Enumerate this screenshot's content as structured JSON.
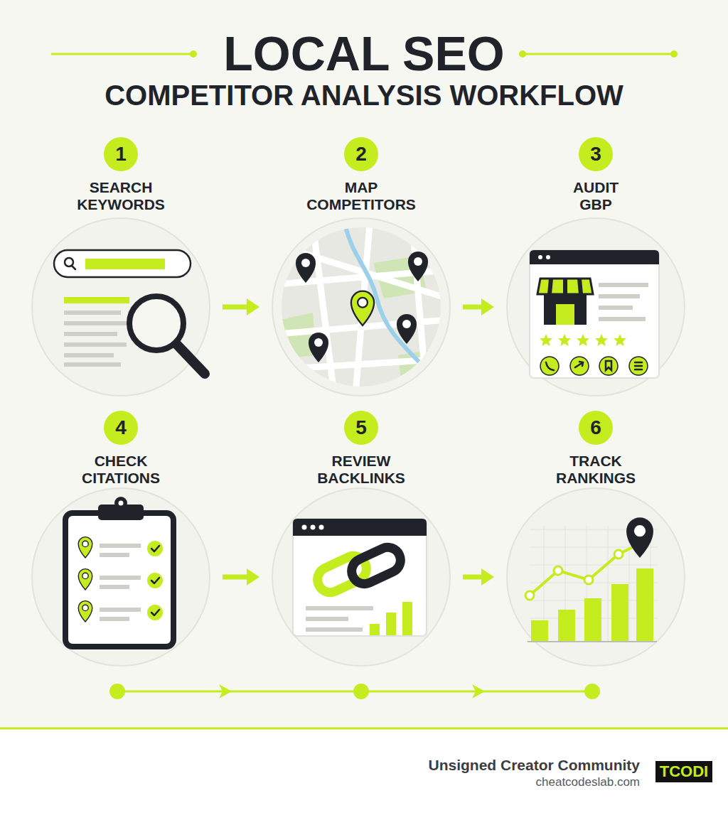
{
  "diagram": {
    "title": "LOCAL SEO",
    "nodes": [
      {
        "text": [
          "1",
          "SEARCH KEYWORDS"
        ]
      },
      {
        "text": [
          "2",
          "MAP COMPETITORS"
        ]
      },
      {
        "text": [
          "3",
          "AUDIT GBP"
        ]
      },
      {
        "text": [
          "4",
          "CHECK CITATIONS"
        ]
      },
      {
        "text": [
          "5",
          "REVIEW BACKLINKS"
        ]
      },
      {
        "text": [
          "6",
          "TRACK RANKINGS"
        ]
      }
    ],
    "edges": [
      {
        "from": 0,
        "to": 1,
        "arrow": "to"
      },
      {
        "from": 1,
        "to": 2,
        "arrow": "to"
      },
      {
        "from": 3,
        "to": 4,
        "arrow": "to"
      },
      {
        "from": 4,
        "to": 5,
        "arrow": "to"
      }
    ],
    "labels": [
      "COMPETITOR ANALYSIS WORKFLOW",
      "Unsigned Creator Community",
      "cheatcodeslab.com",
      "TCODI"
    ]
  }
}
